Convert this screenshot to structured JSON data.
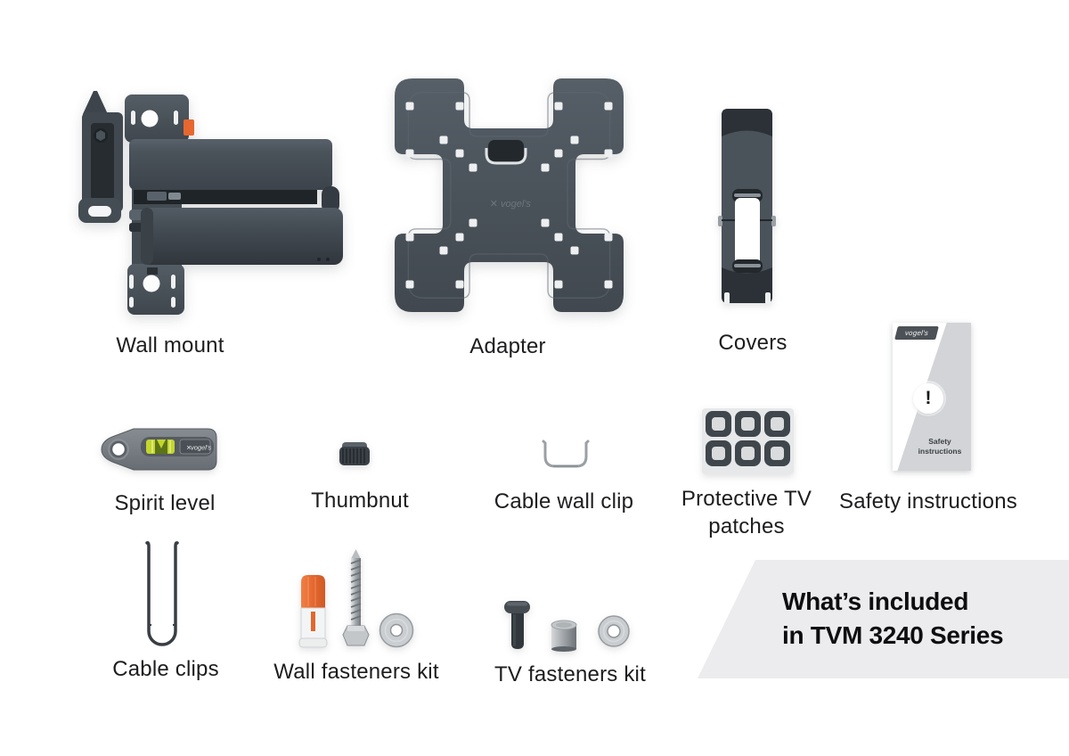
{
  "brand": {
    "mark": "✕",
    "logo_text": "vogel's"
  },
  "items": {
    "wall_mount": {
      "label": "Wall mount"
    },
    "adapter": {
      "label": "Adapter"
    },
    "covers": {
      "label": "Covers"
    },
    "spirit_level": {
      "label": "Spirit level"
    },
    "thumbnut": {
      "label": "Thumbnut"
    },
    "cable_wall_clip": {
      "label": "Cable wall clip"
    },
    "protective_tv_patches": {
      "label": "Protective TV patches"
    },
    "safety_instructions": {
      "label": "Safety instructions"
    },
    "cable_clips": {
      "label": "Cable clips"
    },
    "wall_fasteners_kit": {
      "label": "Wall fasteners kit"
    },
    "tv_fasteners_kit": {
      "label": "TV fasteners kit"
    }
  },
  "safety_card": {
    "brand": "vogel's",
    "alert_symbol": "!",
    "title": "Safety instructions"
  },
  "banner": {
    "line1": "What’s included",
    "line2": "in TVM 3240 Series"
  },
  "colors": {
    "product_gray": "#49525a",
    "accent_orange": "#e6672f",
    "level_vial": "#c3d62c",
    "banner_bg": "#ececee"
  }
}
